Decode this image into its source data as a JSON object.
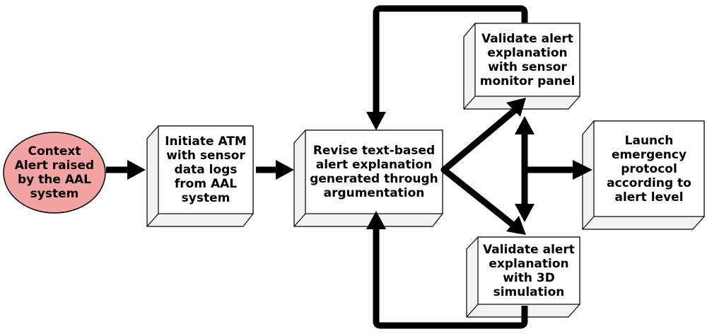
{
  "colors": {
    "ellipse_fill": "#f4a3a3",
    "stroke": "#000000",
    "box_fill": "#ffffff",
    "box_side": "#f3f3f3"
  },
  "nodes": {
    "context": {
      "lines": [
        "Context",
        "Alert raised",
        "by the AAL",
        "system"
      ]
    },
    "initiate": {
      "lines": [
        "Initiate ATM",
        "with sensor",
        "data logs",
        "from AAL",
        "system"
      ]
    },
    "revise": {
      "lines": [
        "Revise text-based",
        "alert explanation",
        "generated through",
        "argumentation"
      ]
    },
    "validate_panel": {
      "lines": [
        "Validate alert",
        "explanation",
        "with sensor",
        "monitor panel"
      ]
    },
    "validate_3d": {
      "lines": [
        "Validate alert",
        "explanation",
        "with 3D",
        "simulation"
      ]
    },
    "launch": {
      "lines": [
        "Launch",
        "emergency",
        "protocol",
        "according to",
        "alert level"
      ]
    }
  }
}
